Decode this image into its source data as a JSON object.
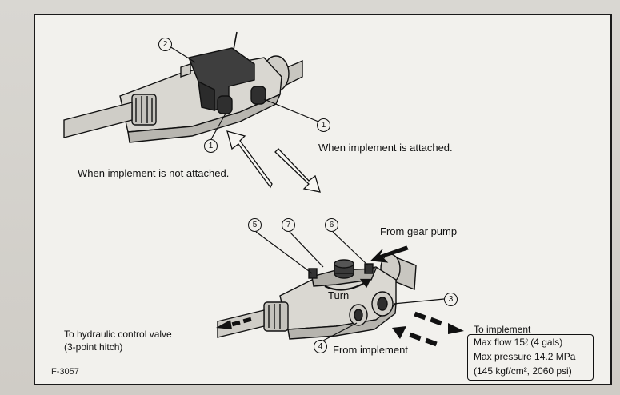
{
  "figure_id": "F-3057",
  "callouts": {
    "c1_top": "1",
    "c1_left": "1",
    "c2": "2",
    "c3": "3",
    "c4": "4",
    "c5": "5",
    "c6": "6",
    "c7": "7"
  },
  "labels": {
    "attached": "When implement is attached.",
    "not_attached": "When implement is not attached.",
    "from_gear_pump": "From gear pump",
    "turn": "Turn",
    "to_control_valve_line1": "To hydraulic control valve",
    "to_control_valve_line2": "(3-point hitch)",
    "from_implement": "From implement",
    "to_implement": "To implement"
  },
  "spec": {
    "max_flow": "Max flow 15ℓ (4 gals)",
    "max_pressure": "Max pressure 14.2 MPa",
    "pressure_alt": "(145 kgf/cm², 2060 psi)"
  },
  "colors": {
    "ink": "#111111",
    "paper": "#f2f1ed",
    "metal": "#cfcdc7",
    "dark": "#3a3a3a"
  }
}
